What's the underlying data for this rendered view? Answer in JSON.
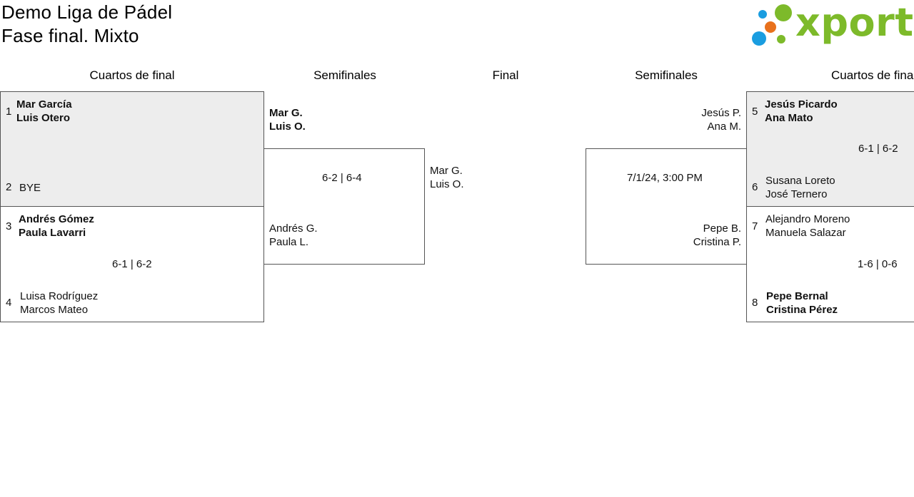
{
  "header": {
    "title_line1": "Demo Liga de Pádel",
    "title_line2": "Fase final. Mixto"
  },
  "logo": {
    "text": "xporty",
    "colors": {
      "blue": "#1a9de0",
      "orange": "#e8711c",
      "green": "#7dba2a"
    }
  },
  "rounds": {
    "left_quarters": "Cuartos de final",
    "left_semis": "Semifinales",
    "final": "Final",
    "right_semis": "Semifinales",
    "right_quarters": "Cuartos de final"
  },
  "left_quarters": {
    "match1": {
      "top_seed": "1",
      "top_p1": "Mar García",
      "top_p2": "Luis Otero",
      "bottom_seed": "2",
      "bottom_p1": "BYE"
    },
    "match2": {
      "top_seed": "3",
      "top_p1": "Andrés Gómez",
      "top_p2": "Paula Lavarri",
      "score": "6-1 | 6-2",
      "bottom_seed": "4",
      "bottom_p1": "Luisa Rodríguez",
      "bottom_p2": "Marcos Mateo"
    }
  },
  "left_semi": {
    "top_p1": "Mar G.",
    "top_p2": "Luis O.",
    "score": "6-2 | 6-4",
    "bottom_p1": "Andrés G.",
    "bottom_p2": "Paula L."
  },
  "final": {
    "p1": "Mar G.",
    "p2": "Luis O."
  },
  "right_semi": {
    "top_p1": "Jesús P.",
    "top_p2": "Ana M.",
    "schedule": "7/1/24, 3:00 PM",
    "bottom_p1": "Pepe B.",
    "bottom_p2": "Cristina P."
  },
  "right_quarters": {
    "match1": {
      "top_seed": "5",
      "top_p1": "Jesús Picardo",
      "top_p2": "Ana Mato",
      "score": "6-1 | 6-2",
      "bottom_seed": "6",
      "bottom_p1": "Susana Loreto",
      "bottom_p2": "José Ternero"
    },
    "match2": {
      "top_seed": "7",
      "top_p1": "Alejandro Moreno",
      "top_p2": "Manuela Salazar",
      "score": "1-6 | 0-6",
      "bottom_seed": "8",
      "bottom_p1": "Pepe Bernal",
      "bottom_p2": "Cristina Pérez"
    }
  }
}
